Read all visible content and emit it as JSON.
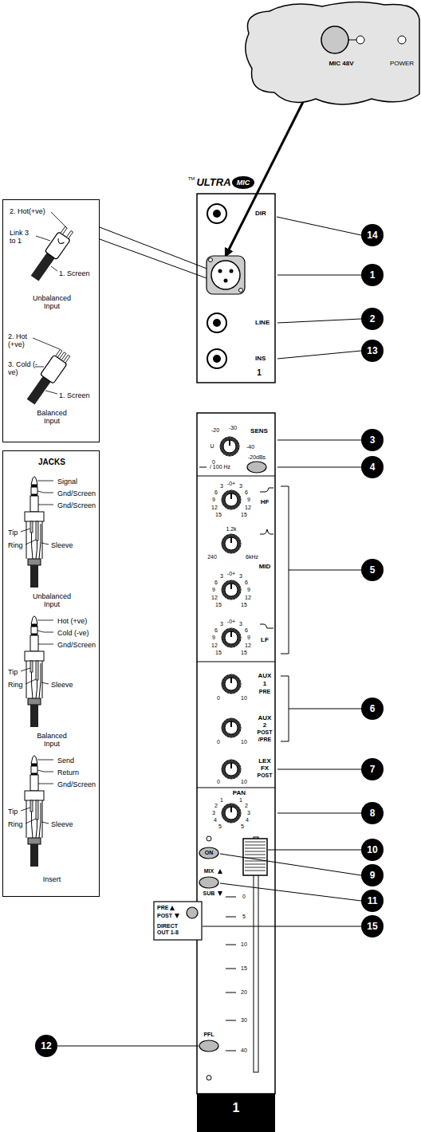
{
  "diagram": {
    "nodes": [
      {
        "text": [
          "MIC 48V",
          "POWER"
        ]
      },
      {
        "text": [
          "2. Hot(+ve)",
          "Link 3 to 1",
          "1. Screen",
          "Unbalanced Input",
          "2. Hot (+ve)",
          "3. Cold (-ve)",
          "1. Screen",
          "Balanced Input"
        ]
      },
      {
        "text": [
          "JACKS",
          "Signal",
          "Gnd/Screen",
          "Gnd/Screen",
          "Tip",
          "Ring",
          "Sleeve",
          "Unbalanced Input",
          "Hot (+ve)",
          "Cold (-ve)",
          "Gnd/Screen",
          "Tip",
          "Ring",
          "Sleeve",
          "Balanced Input",
          "Send",
          "Return",
          "Gnd/Screen",
          "Tip",
          "Ring",
          "Sleeve",
          "Insert"
        ]
      },
      {
        "text": [
          "14"
        ]
      },
      {
        "text": [
          "1"
        ]
      },
      {
        "text": [
          "2"
        ]
      },
      {
        "text": [
          "13"
        ]
      },
      {
        "text": [
          "3"
        ]
      },
      {
        "text": [
          "4"
        ]
      },
      {
        "text": [
          "5"
        ]
      },
      {
        "text": [
          "6"
        ]
      },
      {
        "text": [
          "7"
        ]
      },
      {
        "text": [
          "8"
        ]
      },
      {
        "text": [
          "10"
        ]
      },
      {
        "text": [
          "9"
        ]
      },
      {
        "text": [
          "11"
        ]
      },
      {
        "text": [
          "15"
        ]
      },
      {
        "text": [
          "12"
        ]
      },
      {
        "text": [
          "1"
        ]
      }
    ],
    "labels": [
      "TM",
      "ULTRA",
      "MIC",
      "DIR",
      "LINE",
      "INS",
      "1",
      "-20",
      "-30",
      "SENS",
      "U",
      "-40",
      "0",
      "-20dBs",
      "/ 100 Hz",
      "3",
      "-0+",
      "3",
      "6",
      "6",
      "9",
      "9",
      "12",
      "12",
      "15",
      "15",
      "HF",
      "1.2k",
      "240",
      "6kHz",
      "3",
      "-0+",
      "3",
      "6",
      "6",
      "9",
      "9",
      "12",
      "12",
      "15",
      "15",
      "MID",
      "3",
      "-0+",
      "3",
      "6",
      "6",
      "9",
      "9",
      "12",
      "12",
      "15",
      "15",
      "LF",
      "AUX",
      "1",
      "PRE",
      "0",
      "10",
      "AUX",
      "2",
      "POST",
      "/PRE",
      "0",
      "10",
      "LEX",
      "FX",
      "POST",
      "0",
      "10",
      "PAN",
      "1",
      "1",
      "2",
      "2",
      "3",
      "3",
      "4",
      "4",
      "5",
      "5",
      "ON",
      "MIX",
      "SUB",
      "PRE",
      "POST",
      "DIRECT OUT 1-8",
      "0",
      "5",
      "10",
      "15",
      "20",
      "30",
      "40",
      "PFL"
    ]
  }
}
